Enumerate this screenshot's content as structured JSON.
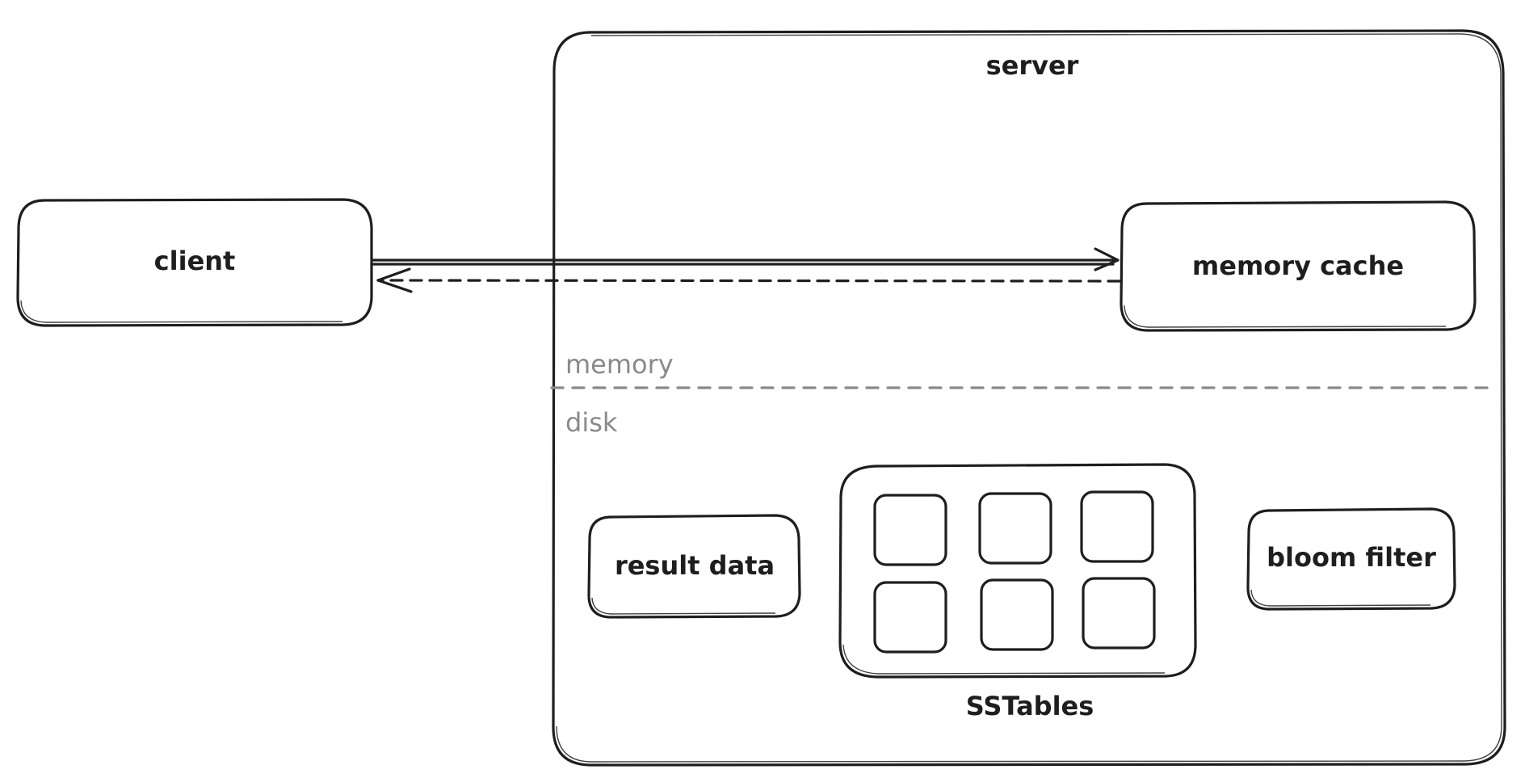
{
  "nodes": {
    "client": "client",
    "server": "server",
    "memory_cache": "memory cache",
    "result_data": "result data",
    "sstables": "SSTables",
    "bloom_filter": "bloom filter"
  },
  "divider": {
    "above": "memory",
    "below": "disk"
  },
  "colors": {
    "stroke": "#1e1e1e",
    "divider": "#8a8a8a"
  }
}
